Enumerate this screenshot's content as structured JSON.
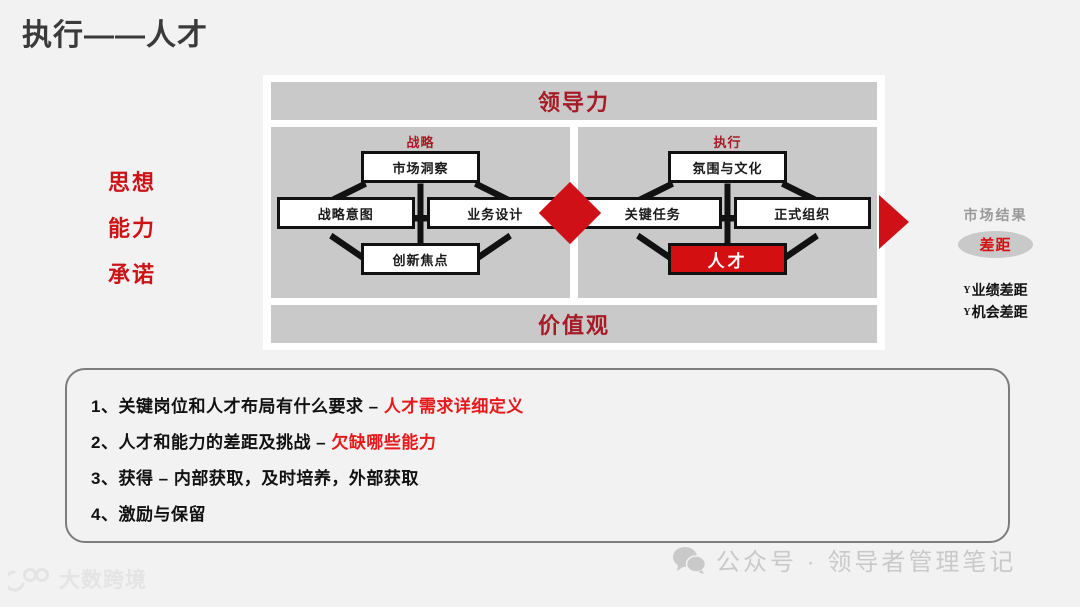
{
  "slide": {
    "title": "执行——人才"
  },
  "left_labels": [
    "思想",
    "能力",
    "承诺"
  ],
  "blm": {
    "top_band": "领导力",
    "bottom_band": "价值观",
    "panels": [
      {
        "title": "战略",
        "nodes": {
          "top": "市场洞察",
          "left": "战略意图",
          "right": "业务设计",
          "bottom": "创新焦点"
        },
        "highlight": "none"
      },
      {
        "title": "执行",
        "nodes": {
          "top": "氛围与文化",
          "left": "关键任务",
          "right": "正式组织",
          "bottom": "人才"
        },
        "highlight": "bottom"
      }
    ]
  },
  "market": {
    "title": "市场结果",
    "gap_badge": "差距",
    "gap_items": [
      {
        "marker": "Y",
        "label": "业绩差距"
      },
      {
        "marker": "Y",
        "label": "机会差距"
      }
    ]
  },
  "bullets": [
    {
      "lead": "1、关键岗位和人才布局有什么要求 – ",
      "accent": "人才需求详细定义"
    },
    {
      "lead": "2、人才和能力的差距及挑战 – ",
      "accent": "欠缺哪些能力"
    },
    {
      "lead": "3、获得 – 内部获取，及时培养，外部获取",
      "accent": ""
    },
    {
      "lead": "4、激励与保留",
      "accent": ""
    }
  ],
  "watermarks": {
    "wechat": "公众号 · 领导者管理笔记",
    "logo": "大数跨境"
  },
  "colors": {
    "page_bg": "#f2f2f2",
    "band_gray": "#c9c9c9",
    "dark_red": "#a61b25",
    "bright_red": "#d40f12",
    "accent_red": "#e8191c",
    "node_border": "#111111",
    "watermark_gray": "#c9c9c9"
  }
}
